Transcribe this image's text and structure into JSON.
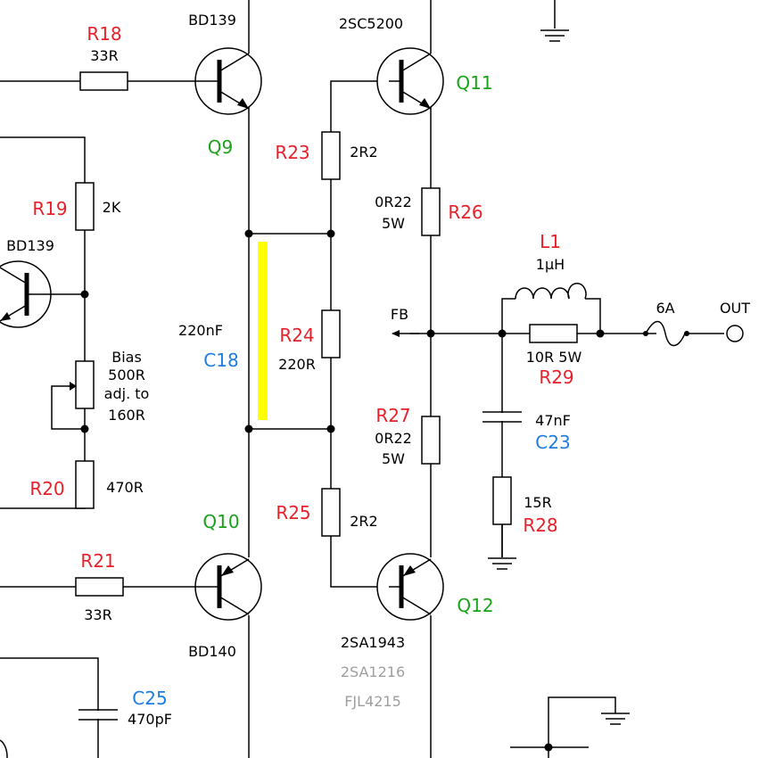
{
  "colors": {
    "ref": "#e8202a",
    "transistor": "#1aa31a",
    "capacitor": "#1f7de0",
    "alt_part": "#9e9e9e",
    "highlight": "#ffff00"
  },
  "labels": {
    "r18": "R18",
    "r18_val": "33R",
    "q9_part": "BD139",
    "q9": "Q9",
    "q11_part": "2SC5200",
    "q11": "Q11",
    "r23": "R23",
    "r23_val": "2R2",
    "r19": "R19",
    "r19_val": "2K",
    "bd139_left": "BD139",
    "r26_val1": "0R22",
    "r26_val2": "5W",
    "r26": "R26",
    "l1": "L1",
    "l1_val": "1µH",
    "fuse": "6A",
    "out": "OUT",
    "fb": "FB",
    "c18_val": "220nF",
    "c18": "C18",
    "r24": "R24",
    "r24_val": "220R",
    "bias1": "Bias",
    "bias2": "500R",
    "bias3": "adj. to",
    "bias4": "160R",
    "r29_val": "10R  5W",
    "r29": "R29",
    "r27": "R27",
    "r27_val1": "0R22",
    "r27_val2": "5W",
    "c23_val": "47nF",
    "c23": "C23",
    "r20": "R20",
    "r20_val": "470R",
    "r28_val": "15R",
    "r28": "R28",
    "r25": "R25",
    "r25_val": "2R2",
    "q10": "Q10",
    "r21": "R21",
    "r21_val": "33R",
    "q12": "Q12",
    "q10_part": "BD140",
    "q12_part": "2SA1943",
    "q12_alt1": "2SA1216",
    "q12_alt2": "FJL4215",
    "c25": "C25",
    "c25_val": "470pF"
  }
}
